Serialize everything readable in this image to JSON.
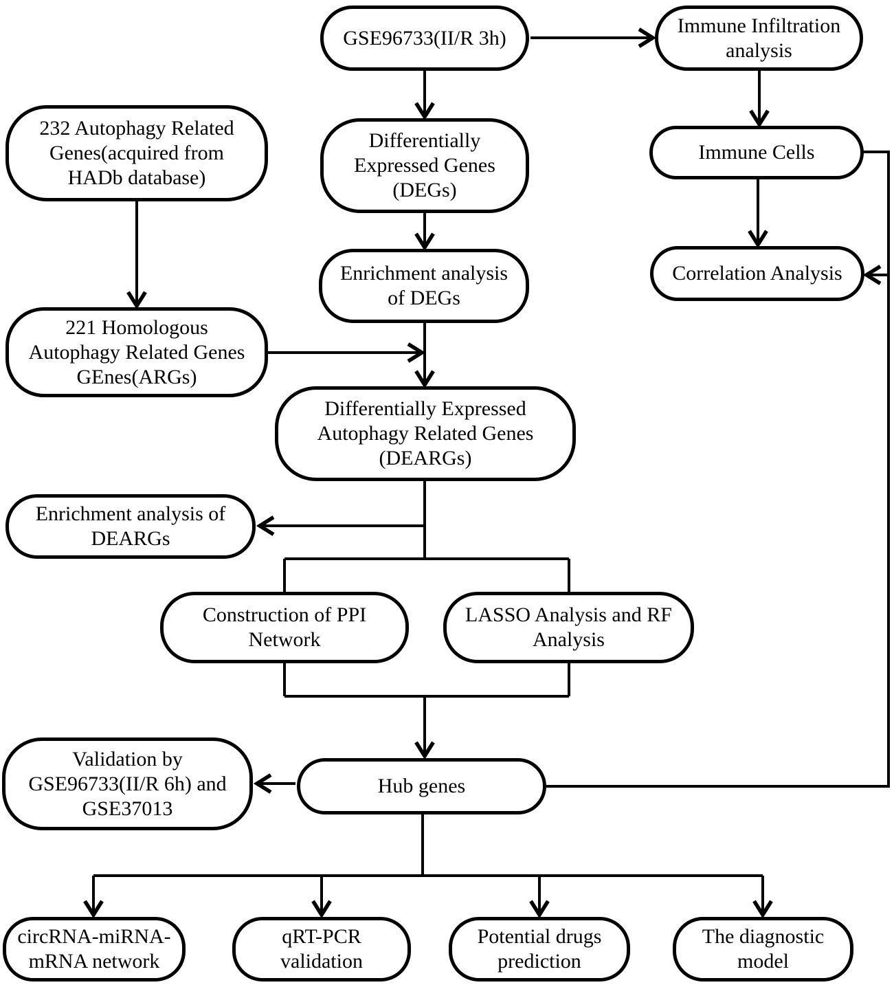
{
  "figure": {
    "type": "flowchart",
    "colors": {
      "stroke": "#000000",
      "fill": "#ffffff"
    }
  },
  "nodes": {
    "gse3h": {
      "label": "GSE96733(II/R 3h)"
    },
    "immuneInfiltration": {
      "label": "Immune Infiltration\nanalysis"
    },
    "args232": {
      "label": "232 Autophagy Related\nGenes(acquired from\nHADb database)"
    },
    "degs": {
      "label": "Differentially\nExpressed Genes\n(DEGs)"
    },
    "immuneCells": {
      "label": "Immune Cells"
    },
    "enrichDegs": {
      "label": "Enrichment analysis\nof DEGs"
    },
    "correlation": {
      "label": "Correlation Analysis"
    },
    "args221": {
      "label": "221 Homologous\nAutophagy Related Genes\nGEnes(ARGs)"
    },
    "deargs": {
      "label": "Differentially Expressed\nAutophagy Related Genes\n(DEARGs)"
    },
    "enrichDeargs": {
      "label": "Enrichment analysis of\nDEARGs"
    },
    "ppi": {
      "label": "Construction of PPI\nNetwork"
    },
    "lasso": {
      "label": "LASSO Analysis and RF\nAnalysis"
    },
    "validation": {
      "label": "Validation by\nGSE96733(II/R 6h) and\nGSE37013"
    },
    "hub": {
      "label": "Hub genes"
    },
    "circrna": {
      "label": "circRNA-miRNA-\nmRNA network"
    },
    "qrtpcr": {
      "label": "qRT-PCR\nvalidation"
    },
    "drugs": {
      "label": "Potential drugs\nprediction"
    },
    "diagnostic": {
      "label": "The diagnostic\nmodel"
    }
  },
  "edges": [
    {
      "from": "GSE96733(II/R 3h)",
      "to": "Differentially Expressed Genes (DEGs)"
    },
    {
      "from": "GSE96733(II/R 3h)",
      "to": "Immune Infiltration analysis"
    },
    {
      "from": "Immune Infiltration analysis",
      "to": "Immune Cells"
    },
    {
      "from": "Immune Cells",
      "to": "Correlation Analysis"
    },
    {
      "from": "Hub genes",
      "to": "Correlation Analysis"
    },
    {
      "from": "232 Autophagy Related Genes(acquired from HADb database)",
      "to": "221 Homologous Autophagy Related Genes GEnes(ARGs)"
    },
    {
      "from": "Differentially Expressed Genes (DEGs)",
      "to": "Enrichment analysis of DEGs"
    },
    {
      "from": "Enrichment analysis of DEGs",
      "to": "Differentially Expressed Autophagy Related Genes (DEARGs)"
    },
    {
      "from": "221 Homologous Autophagy Related Genes GEnes(ARGs)",
      "to": "Differentially Expressed Autophagy Related Genes (DEARGs)"
    },
    {
      "from": "Differentially Expressed Autophagy Related Genes (DEARGs)",
      "to": "Enrichment analysis of DEARGs"
    },
    {
      "from": "Differentially Expressed Autophagy Related Genes (DEARGs)",
      "to": "Construction of PPI Network"
    },
    {
      "from": "Differentially Expressed Autophagy Related Genes (DEARGs)",
      "to": "LASSO Analysis and RF Analysis"
    },
    {
      "from": "Construction of PPI Network",
      "to": "Hub genes"
    },
    {
      "from": "LASSO Analysis and RF Analysis",
      "to": "Hub genes"
    },
    {
      "from": "Hub genes",
      "to": "Validation by GSE96733(II/R 6h) and GSE37013"
    },
    {
      "from": "Hub genes",
      "to": "circRNA-miRNA-mRNA network"
    },
    {
      "from": "Hub genes",
      "to": "qRT-PCR validation"
    },
    {
      "from": "Hub genes",
      "to": "Potential drugs prediction"
    },
    {
      "from": "Hub genes",
      "to": "The diagnostic model"
    }
  ]
}
